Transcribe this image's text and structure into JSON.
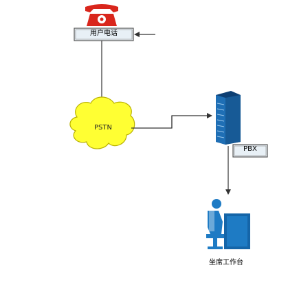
{
  "nodes": {
    "user_phone": {
      "label": "用户电话"
    },
    "pstn": {
      "label": "PSTN"
    },
    "pbx": {
      "label": "PBX"
    },
    "agent": {
      "label": "坐席工作台"
    }
  },
  "icons": {
    "phone": "telephone-icon",
    "server": "server-rack-icon",
    "agent": "agent-workstation-icon",
    "cloud": "cloud-icon"
  },
  "colors": {
    "phone_red": "#d9261c",
    "cloud_fill": "#ffff33",
    "cloud_stroke": "#b8b000",
    "server_blue": "#1f6fb5",
    "server_dark": "#0d3f73",
    "agent_blue": "#1e7bc4",
    "line": "#333333",
    "box_border": "#555555",
    "box_fill": "#e8f0f6"
  }
}
